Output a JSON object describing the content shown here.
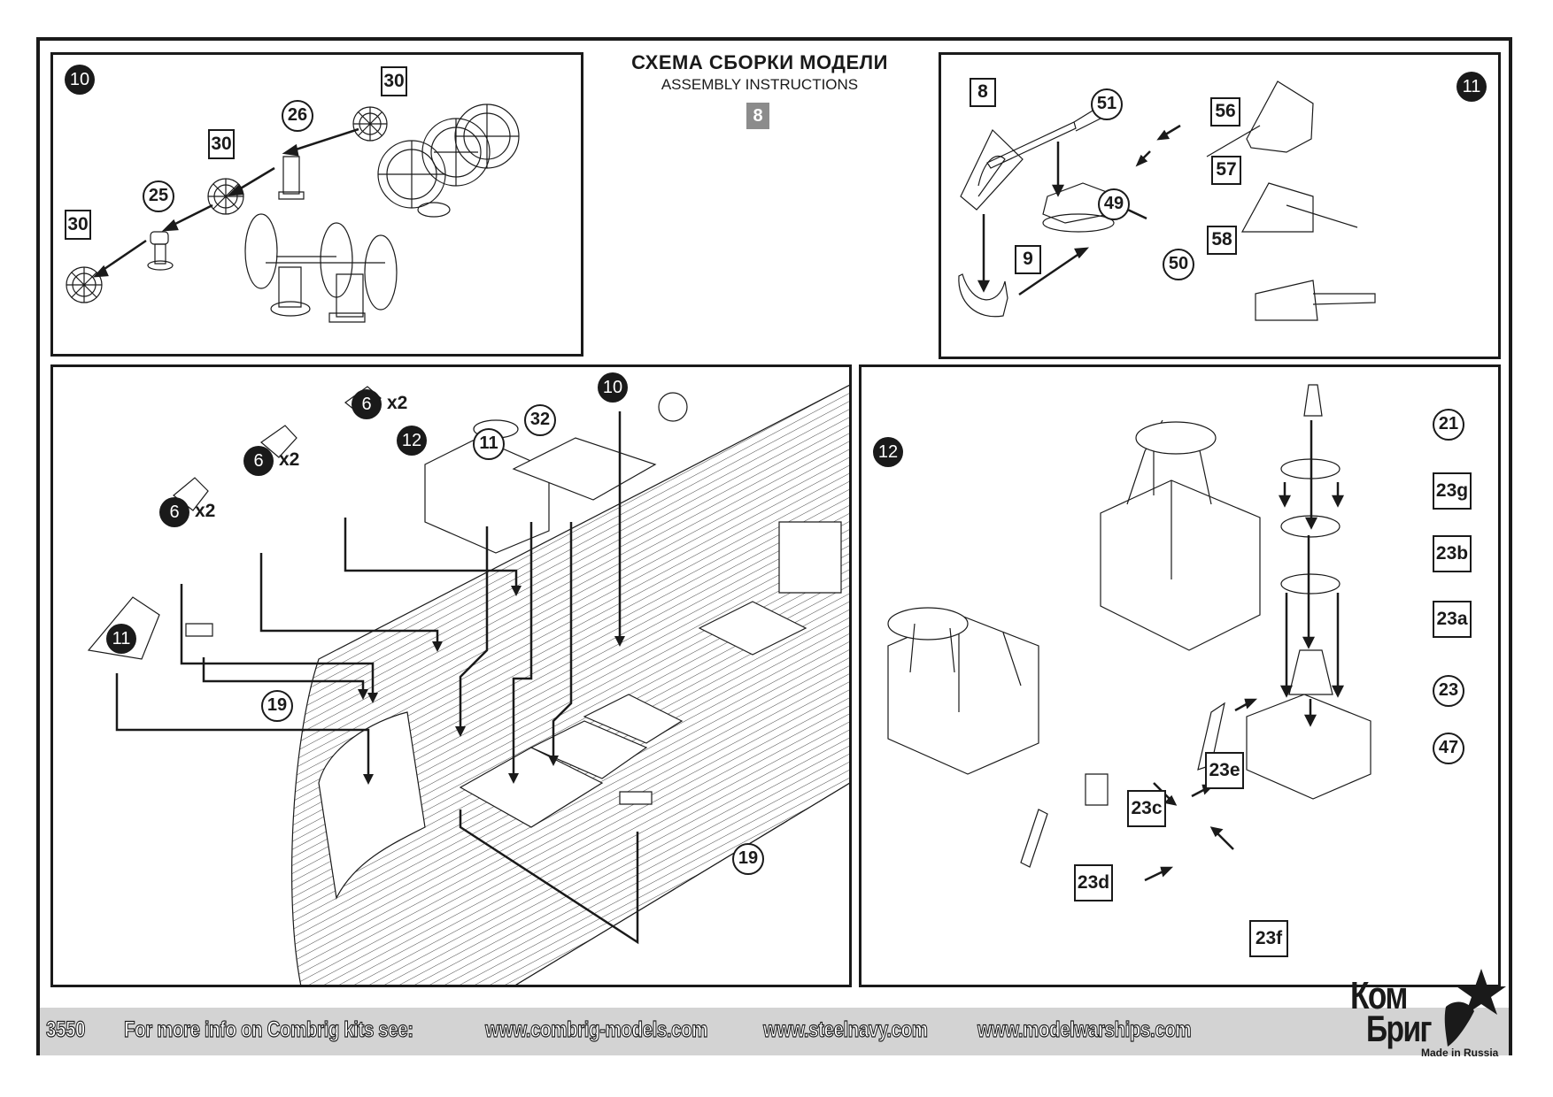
{
  "header": {
    "title_ru": "СХЕМА СБОРКИ МОДЕЛИ",
    "title_en": "ASSEMBLY INSTRUCTIONS",
    "page_number": "8"
  },
  "panels": {
    "step10": {
      "step": "10",
      "parts": {
        "wheel_top": "30",
        "pedestal": "26",
        "wheel_mid": "30",
        "bracket": "25",
        "wheel_bottom": "30"
      }
    },
    "step11": {
      "step": "11",
      "parts": {
        "shield_top": "8",
        "shield_bottom": "9",
        "barrel": "51",
        "cradle": "49",
        "base": "50",
        "sight": "56",
        "handwheel": "57",
        "pin": "58"
      }
    },
    "main": {
      "callouts": {
        "step12": "12",
        "step11_turret": "11",
        "part32": "32",
        "step10_wheels": "10",
        "stand_a": "6",
        "stand_a_qty": "x2",
        "stand_b": "6",
        "stand_b_qty": "x2",
        "stand_c": "6",
        "stand_c_qty": "x2",
        "gun": "11",
        "bollard_left": "19",
        "bollard_right": "19"
      }
    },
    "step12": {
      "step": "12",
      "parts": {
        "lamp": "21",
        "rail_upper": "23g",
        "platform": "23b",
        "rail_lower": "23a",
        "cone": "23",
        "house": "47",
        "ladder_e": "23e",
        "frame_c": "23c",
        "ladder_d": "23d",
        "frame_f": "23f"
      }
    }
  },
  "footer": {
    "kit_number": "3550",
    "info_text": "For more info on Combrig kits see:",
    "links": [
      "www.combrig-models.com",
      "www.steelnavy.com",
      "www.modelwarships.com"
    ],
    "brand_top": "Ком",
    "brand_bottom": "Бриг",
    "made_in": "Made in Russia"
  }
}
